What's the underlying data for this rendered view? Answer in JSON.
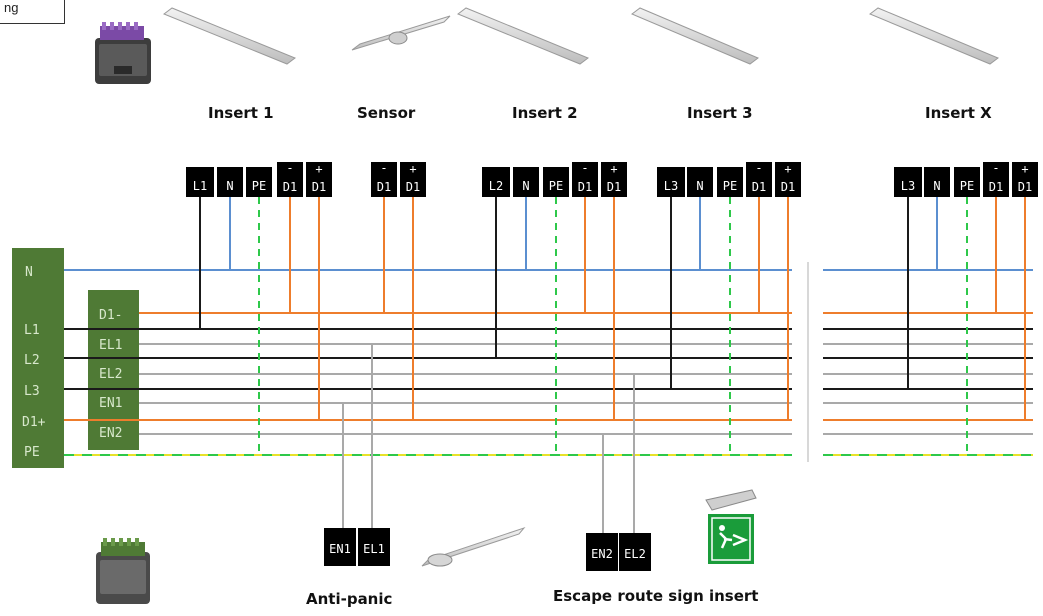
{
  "corner_label": "ng",
  "section_labels": {
    "insert1": "Insert 1",
    "sensor": "Sensor",
    "insert2": "Insert 2",
    "insert3": "Insert 3",
    "insertx": "Insert X",
    "antipanic": "Anti-panic",
    "escape": "Escape route sign insert"
  },
  "supply_block_labels": [
    "N",
    "L1",
    "L2",
    "L3",
    "D1+",
    "PE"
  ],
  "control_block_labels": [
    "D1-",
    "EL1",
    "EL2",
    "EN1",
    "EN2"
  ],
  "terminals": {
    "insert1": [
      "L1",
      "N",
      "PE",
      "D1",
      "D1"
    ],
    "sensor": [
      "D1",
      "D1"
    ],
    "insert2": [
      "L2",
      "N",
      "PE",
      "D1",
      "D1"
    ],
    "insert3": [
      "L3",
      "N",
      "PE",
      "D1",
      "D1"
    ],
    "insertx": [
      "L3",
      "N",
      "PE",
      "D1",
      "D1"
    ],
    "antipanic": [
      "EN1",
      "EL1"
    ],
    "escape": [
      "EN2",
      "EL2"
    ]
  },
  "polarity_signs": {
    "minus": "-",
    "plus": "+"
  },
  "colors": {
    "neutral": "#5b8fd0",
    "phase": "#1a1a1a",
    "dali": "#ee7d2c",
    "emergency": "#a9a9a9",
    "earth": "#2ec84a",
    "earth_secondary": "#e8e22a",
    "block_green": "#4f7a35",
    "terminal_fill": "#000000",
    "exit_sign_green": "#1a9c3a"
  }
}
